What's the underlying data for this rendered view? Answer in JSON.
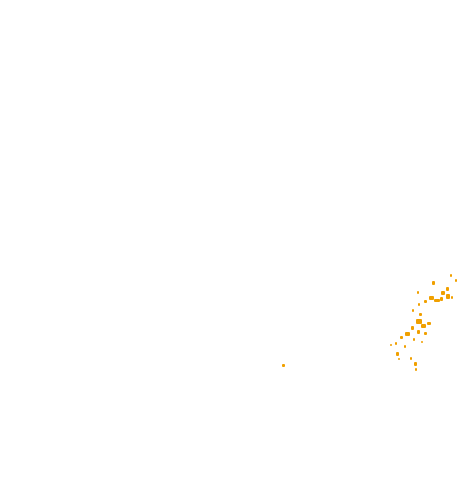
{
  "colors": {
    "background": "#ffffff",
    "feature_fill": "#f0a000"
  },
  "layers": [
    {
      "layer_name": "highlighted-islands",
      "feature_type": "polygon",
      "feature_count": 34
    }
  ]
}
